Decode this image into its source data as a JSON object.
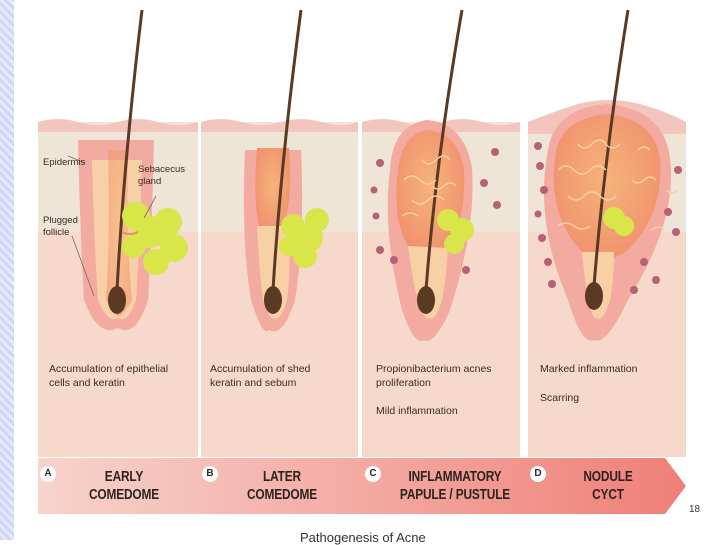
{
  "labels": {
    "epidermis": "Epidermis",
    "sebaceous_gland": "Sebacecus\ngland",
    "plugged_follicle": "Plugged\nfollicle"
  },
  "panels": [
    {
      "letter": "A",
      "stage": "EARLY\nCOMEDOME",
      "description": "Accumulation of epithelial\ncells and keratin",
      "description2": ""
    },
    {
      "letter": "B",
      "stage": "LATER\nCOMEDOME",
      "description": "Accumulation of shed\nkeratin and sebum",
      "description2": ""
    },
    {
      "letter": "C",
      "stage": "INFLAMMATORY\nPAPULE / PUSTULE",
      "description": "Propionibacterium acnes\nproliferation",
      "description2": "Mild inflammation"
    },
    {
      "letter": "D",
      "stage": "NODULE\nCYCT",
      "description": "Marked inflammation",
      "description2": "Scarring"
    }
  ],
  "page_number": "18",
  "figure_caption": "Pathogenesis of Acne",
  "colors": {
    "epidermis": "#f3c6bd",
    "dermis": "#f6d9cb",
    "stage_bar": "#f08c84",
    "gland": "#dbe84a",
    "bacteria": "#b76174"
  }
}
